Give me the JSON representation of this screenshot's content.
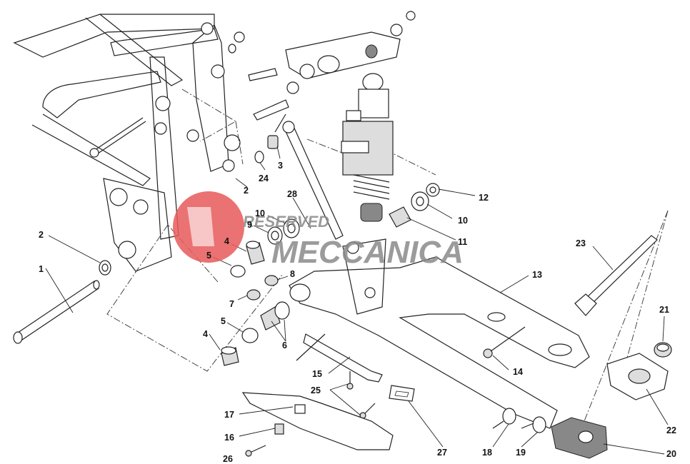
{
  "watermark": {
    "line1": "RESERVED",
    "line2": "MECCANICA",
    "logo_color": "#e85a5a",
    "text_color": "#8a8a8a"
  },
  "callouts": [
    {
      "id": "c1",
      "text": "1"
    },
    {
      "id": "c2a",
      "text": "2"
    },
    {
      "id": "c2b",
      "text": "2"
    },
    {
      "id": "c3",
      "text": "3"
    },
    {
      "id": "c4a",
      "text": "4"
    },
    {
      "id": "c4b",
      "text": "4"
    },
    {
      "id": "c5a",
      "text": "5"
    },
    {
      "id": "c5b",
      "text": "5"
    },
    {
      "id": "c6",
      "text": "6"
    },
    {
      "id": "c7",
      "text": "7"
    },
    {
      "id": "c8",
      "text": "8"
    },
    {
      "id": "c9",
      "text": "9"
    },
    {
      "id": "c10a",
      "text": "10"
    },
    {
      "id": "c10b",
      "text": "10"
    },
    {
      "id": "c11",
      "text": "11"
    },
    {
      "id": "c12",
      "text": "12"
    },
    {
      "id": "c13",
      "text": "13"
    },
    {
      "id": "c14",
      "text": "14"
    },
    {
      "id": "c15",
      "text": "15"
    },
    {
      "id": "c16",
      "text": "16"
    },
    {
      "id": "c17",
      "text": "17"
    },
    {
      "id": "c18",
      "text": "18"
    },
    {
      "id": "c19",
      "text": "19"
    },
    {
      "id": "c20",
      "text": "20"
    },
    {
      "id": "c21",
      "text": "21"
    },
    {
      "id": "c22",
      "text": "22"
    },
    {
      "id": "c23",
      "text": "23"
    },
    {
      "id": "c24",
      "text": "24"
    },
    {
      "id": "c25",
      "text": "25"
    },
    {
      "id": "c26",
      "text": "26"
    },
    {
      "id": "c27",
      "text": "27"
    },
    {
      "id": "c28",
      "text": "28"
    }
  ]
}
